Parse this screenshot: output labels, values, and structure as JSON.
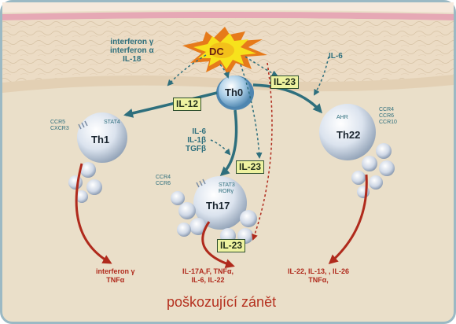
{
  "diagram": {
    "dc_label": "DC",
    "th0_label": "Th0",
    "th1": {
      "label": "Th1",
      "receptors": "CCR5\nCXCR3",
      "tf": "STAT4",
      "outputs": "interferon γ\nTNFα"
    },
    "th17": {
      "label": "Th17",
      "receptors": "CCR4\nCCR6",
      "tf": "STAT3\nRORγ",
      "outputs": "IL-17A,F, TNFα,\nIL-6, IL-22"
    },
    "th22": {
      "label": "Th22",
      "receptors": "CCR4\nCCR6\nCCR10",
      "tf": "AHR",
      "outputs": "IL-22, IL-13, , IL-26\nTNFα,"
    },
    "dc_signals": "interferon γ\ninterferon α\nIL-18",
    "il6_signal": "IL-6",
    "th17_signals": "IL-6\nIL-1β\nTGFβ",
    "boxes": {
      "il12": "IL-12",
      "il23_top": "IL-23",
      "il23_mid": "IL-23",
      "il23_bottom": "IL-23"
    },
    "footer": "poškozující zánět"
  },
  "colors": {
    "background": "#eadfc9",
    "border": "#9bb9c4",
    "teal_arrow": "#2e6f7d",
    "red_arrow": "#b02a1c",
    "box_fill": "#eef2a0",
    "dc_yellow": "#f7e21c",
    "dc_orange": "#e67a1a",
    "skin_pink": "#e6a8b5"
  }
}
